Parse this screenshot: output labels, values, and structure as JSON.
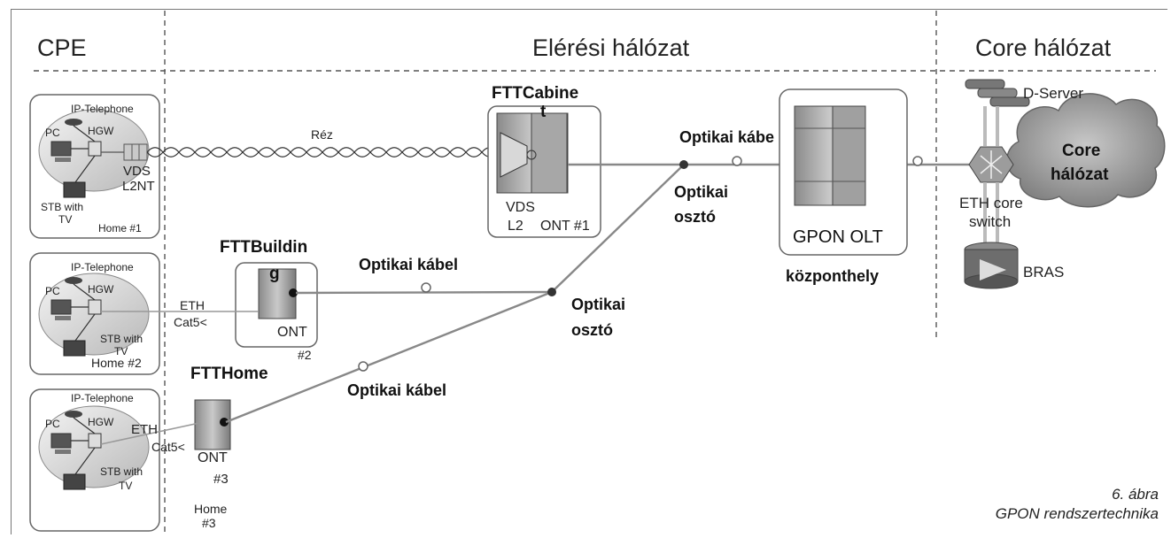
{
  "sections": {
    "cpe": "CPE",
    "access": "Elérési hálózat",
    "core": "Core hálózat"
  },
  "homes": [
    {
      "phone": "IP-Telephone",
      "pc": "PC",
      "hgw": "HGW",
      "stb_line1": "STB with",
      "stb_line2": "TV",
      "label": "Home #1"
    },
    {
      "phone": "IP-Telephone",
      "pc": "PC",
      "hgw": "HGW",
      "stb_line1": "STB with",
      "stb_line2": "TV",
      "label": "Home #2"
    },
    {
      "phone": "IP-Telephone",
      "pc": "PC",
      "hgw": "HGW",
      "stb_line1": "STB with",
      "stb_line2": "TV",
      "label_line1": "Home",
      "label_line2": "#3"
    }
  ],
  "vdsl2nt": {
    "line1": "VDS",
    "line2": "L2NT"
  },
  "copper": "Réz",
  "ftt_cabinet": {
    "title_line1": "FTTCabine",
    "title_line2": "t",
    "vds_line1": "VDS",
    "vds_line2": "L2",
    "ont": "ONT #1"
  },
  "ftt_building": {
    "title_line1": "FTTBuildin",
    "title_line2": "g",
    "ont_line1": "ONT",
    "ont_line2": "#2",
    "eth": "ETH",
    "cat": "Cat5<"
  },
  "ftt_home": {
    "title": "FTTHome",
    "ont_line1": "ONT",
    "ont_line2": "#3",
    "eth": "ETH",
    "cat": "Cat5<"
  },
  "optical_cable": "Optikai kábel",
  "optical_cable_top": "Optikai kábe",
  "splitter": {
    "line1": "Optikai",
    "line2": "osztó"
  },
  "olt": {
    "name": "GPON OLT",
    "location": "központhely"
  },
  "core_network": {
    "line1": "Core",
    "line2": "hálózat"
  },
  "d_server": "D-Server",
  "eth_core_switch": {
    "line1": "ETH core",
    "line2": "switch"
  },
  "bras": "BRAS",
  "caption": {
    "line1": "6. ábra",
    "line2": "GPON rendszertechnika"
  }
}
